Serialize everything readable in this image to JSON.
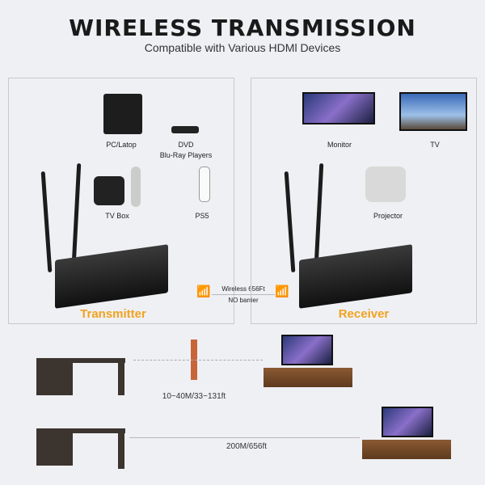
{
  "header": {
    "title": "WIRELESS TRANSMISSION",
    "subtitle": "Compatible with Various HDMl Devices"
  },
  "transmitter": {
    "label": "Transmitter",
    "sources": [
      "PC/Latop",
      "DVD",
      "Blu-Ray Players",
      "TV Box",
      "PS5"
    ]
  },
  "receiver": {
    "label": "Receiver",
    "displays": [
      "Monitor",
      "TV",
      "Projector"
    ]
  },
  "link": {
    "line1": "Wireless 656Ft",
    "line2": "NO barrier"
  },
  "scenarios": [
    {
      "distance": "10~40M/33~131ft"
    },
    {
      "distance": "200M/656ft"
    }
  ],
  "colors": {
    "accent": "#f0a31e",
    "background": "#eff0f4"
  }
}
